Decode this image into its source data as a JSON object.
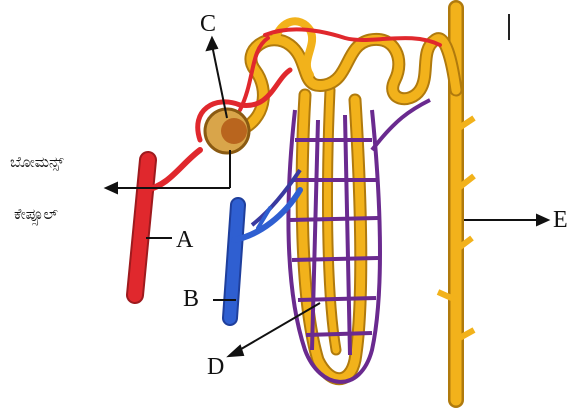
{
  "labels": {
    "a": "A",
    "b": "B",
    "c": "C",
    "d": "D",
    "e": "E",
    "bowman_line1": "ಬೋಮನ್ಸ್",
    "bowman_line2": "ಕೇಪ್ಸೂಲ್"
  },
  "colors": {
    "artery": "#e0282d",
    "vein": "#2f5fd1",
    "tubule": "#f2b21b",
    "tubule_edge": "#b07a0d",
    "capillary": "#6a2a8f",
    "glomerulus": "#b9651e"
  }
}
